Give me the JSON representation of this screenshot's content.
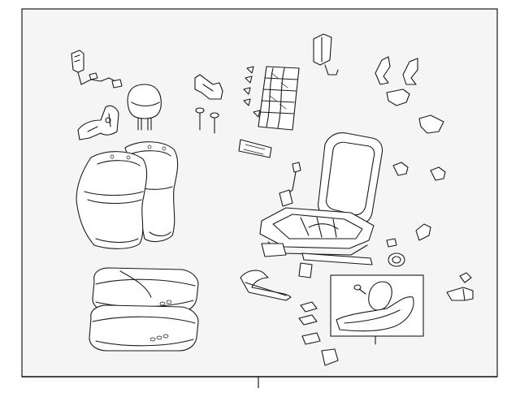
{
  "diagram": {
    "type": "exploded-parts-diagram",
    "colors": {
      "line": "#1a1a1a",
      "background": "#f5f5f5",
      "page": "#ffffff"
    },
    "parts": [
      "headrest-sensor-harness",
      "headrest-guide-bracket",
      "headrest",
      "headrest-bracket",
      "seat-bolts",
      "lumbar-support-mat",
      "seat-label",
      "back-pocket-bracket",
      "upper-brackets",
      "side-clips",
      "seatback-cover-rear",
      "seatback-cover-front",
      "wire-harness",
      "seat-frame-assembly",
      "seat-track-rail",
      "track-cover-small",
      "recliner-knob",
      "seat-cushion-cover-upper",
      "seat-cushion-cover-lower",
      "foot-track-covers",
      "side-trim-shield-group",
      "small-clip",
      "lever-knob"
    ]
  }
}
